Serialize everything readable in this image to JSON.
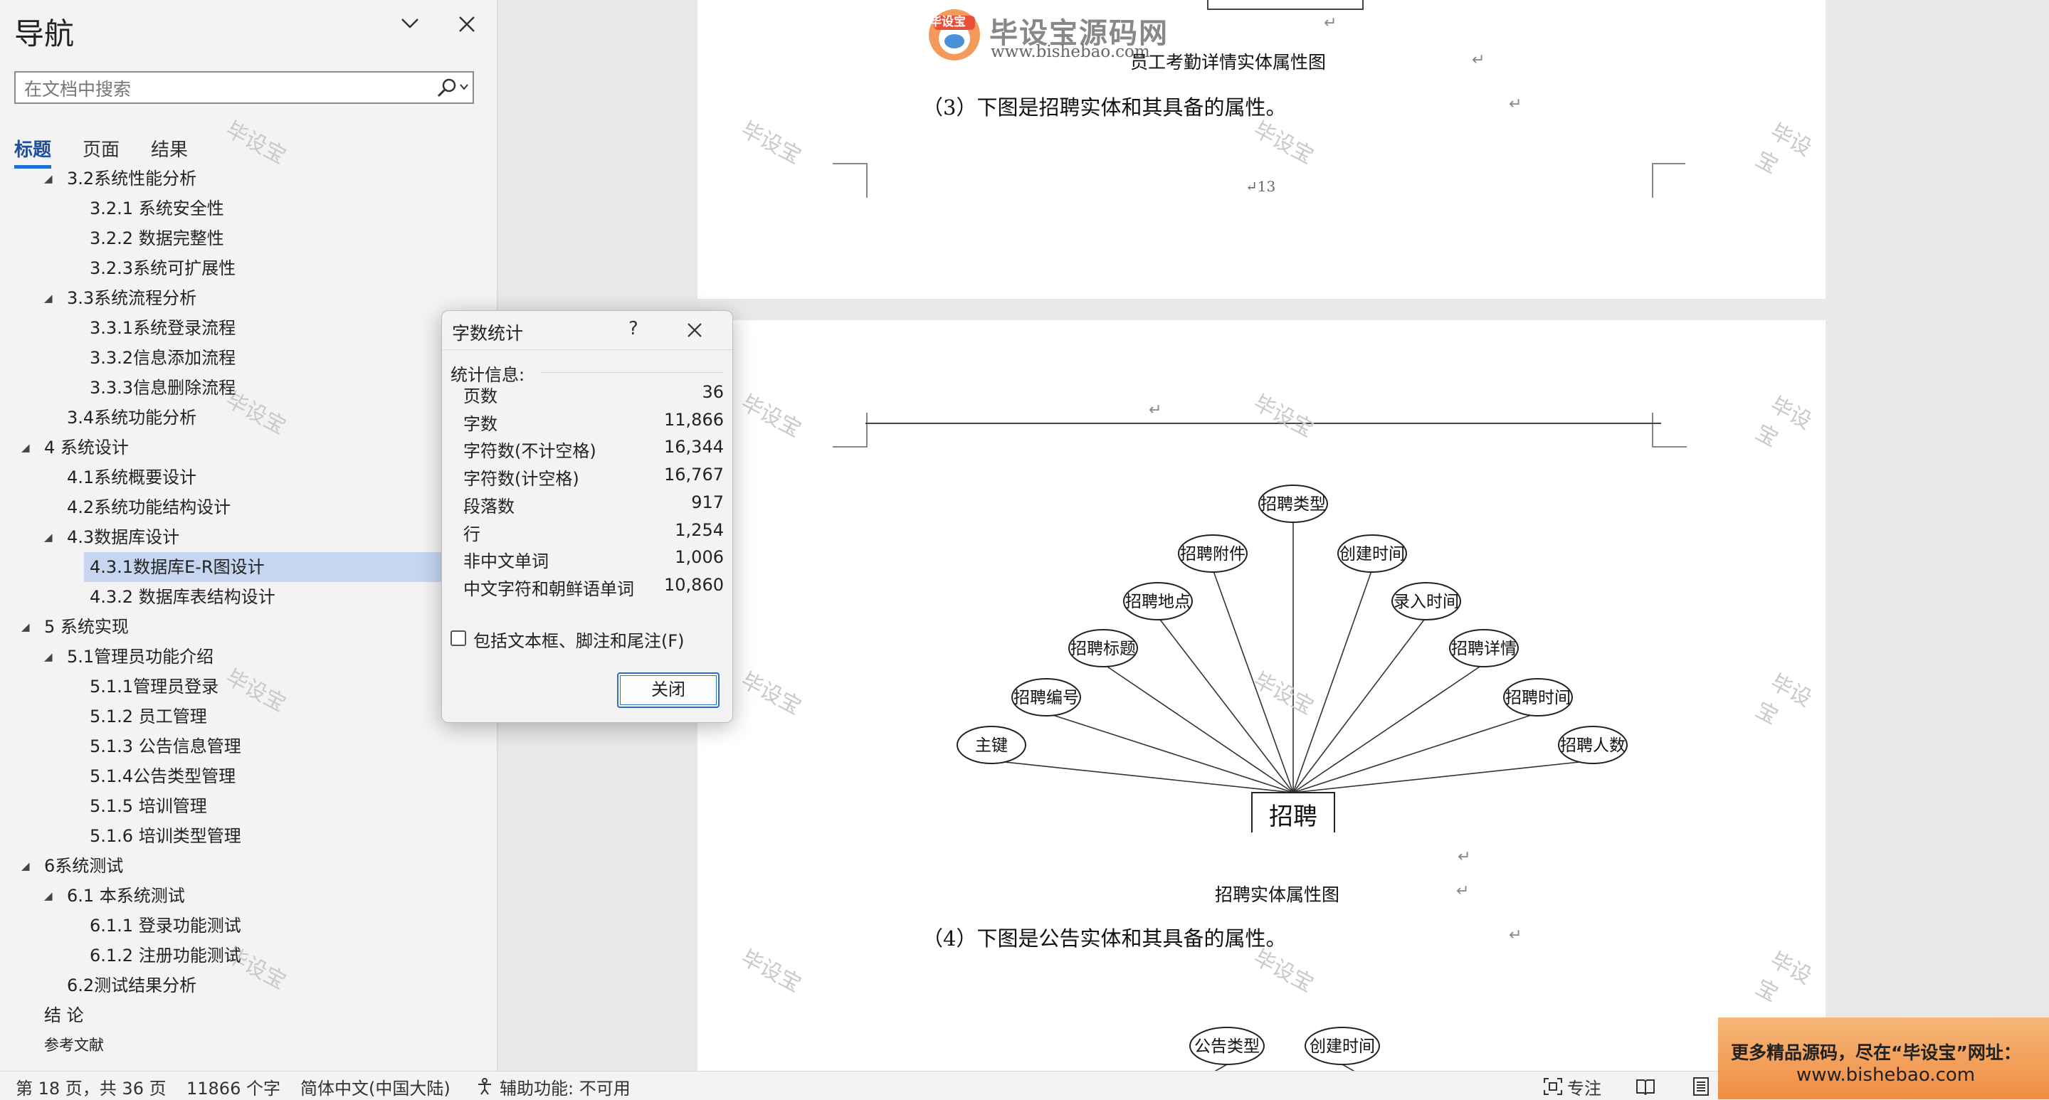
{
  "nav": {
    "title": "导航",
    "search_placeholder": "在文档中搜索",
    "tabs": [
      "标题",
      "页面",
      "结果"
    ],
    "outline": [
      {
        "label": "3.2系统性能分析",
        "level": 2,
        "expanded": true
      },
      {
        "label": "3.2.1 系统安全性",
        "level": 3
      },
      {
        "label": "3.2.2 数据完整性",
        "level": 3
      },
      {
        "label": "3.2.3系统可扩展性",
        "level": 3
      },
      {
        "label": "3.3系统流程分析",
        "level": 2,
        "expanded": true
      },
      {
        "label": "3.3.1系统登录流程",
        "level": 3
      },
      {
        "label": "3.3.2信息添加流程",
        "level": 3
      },
      {
        "label": "3.3.3信息删除流程",
        "level": 3
      },
      {
        "label": "3.4系统功能分析",
        "level": 2
      },
      {
        "label": "4 系统设计",
        "level": 1,
        "expanded": true
      },
      {
        "label": "4.1系统概要设计",
        "level": 2
      },
      {
        "label": "4.2系统功能结构设计",
        "level": 2
      },
      {
        "label": "4.3数据库设计",
        "level": 2,
        "expanded": true
      },
      {
        "label": "4.3.1数据库E-R图设计",
        "level": 3,
        "selected": true
      },
      {
        "label": "4.3.2 数据库表结构设计",
        "level": 3
      },
      {
        "label": "5 系统实现",
        "level": 1,
        "expanded": true
      },
      {
        "label": "5.1管理员功能介绍",
        "level": 2,
        "expanded": true
      },
      {
        "label": "5.1.1管理员登录",
        "level": 3
      },
      {
        "label": "5.1.2 员工管理",
        "level": 3
      },
      {
        "label": "5.1.3 公告信息管理",
        "level": 3
      },
      {
        "label": "5.1.4公告类型管理",
        "level": 3
      },
      {
        "label": "5.1.5 培训管理",
        "level": 3
      },
      {
        "label": "5.1.6 培训类型管理",
        "level": 3
      },
      {
        "label": "6系统测试",
        "level": 1,
        "expanded": true
      },
      {
        "label": "6.1  本系统测试",
        "level": 2,
        "expanded": true
      },
      {
        "label": "6.1.1 登录功能测试",
        "level": 3
      },
      {
        "label": "6.1.2 注册功能测试",
        "level": 3
      },
      {
        "label": "6.2测试结果分析",
        "level": 2
      },
      {
        "label": "结  论",
        "level": 1
      },
      {
        "label": "参考文献",
        "level": 1,
        "small": true
      }
    ]
  },
  "document": {
    "logo_title": "毕设宝源码网",
    "logo_badge": "毕设宝",
    "logo_url": "www.bishebao.com",
    "caption_prev": "员工考勤详情实体属性图",
    "para3": "（3）下图是招聘实体和其具备的属性。",
    "page_number": "13",
    "caption_recruit": "招聘实体属性图",
    "para4": "（4）下图是公告实体和其具备的属性。",
    "watermark": "毕设宝",
    "return_mark": "↵",
    "er_recruit": {
      "entity": "招聘",
      "attributes": [
        "主键",
        "招聘编号",
        "招聘标题",
        "招聘地点",
        "招聘附件",
        "招聘类型",
        "创建时间",
        "录入时间",
        "招聘详情",
        "招聘时间",
        "招聘人数"
      ]
    },
    "er_notice_partial": [
      "公告类型",
      "创建时间"
    ]
  },
  "dialog": {
    "title": "字数统计",
    "help": "?",
    "section": "统计信息:",
    "rows": [
      {
        "k": "页数",
        "v": "36"
      },
      {
        "k": "字数",
        "v": "11,866"
      },
      {
        "k": "字符数(不计空格)",
        "v": "16,344"
      },
      {
        "k": "字符数(计空格)",
        "v": "16,767"
      },
      {
        "k": "段落数",
        "v": "917"
      },
      {
        "k": "行",
        "v": "1,254"
      },
      {
        "k": "非中文单词",
        "v": "1,006"
      },
      {
        "k": "中文字符和朝鲜语单词",
        "v": "10,860"
      }
    ],
    "checkbox_label": "包括文本框、脚注和尾注(F)",
    "close_label": "关闭"
  },
  "status": {
    "page": "第 18 页，共 36 页",
    "words": "11866 个字",
    "language": "简体中文(中国大陆)",
    "accessibility": "辅助功能: 不可用",
    "focus": "专注"
  },
  "banner": {
    "line1": "更多精品源码，尽在“毕设宝”网址：",
    "line2": "www.bishebao.com"
  },
  "colors": {
    "accent": "#1f6fd1",
    "selection": "#c6d6f1",
    "banner": "#f08b42"
  }
}
